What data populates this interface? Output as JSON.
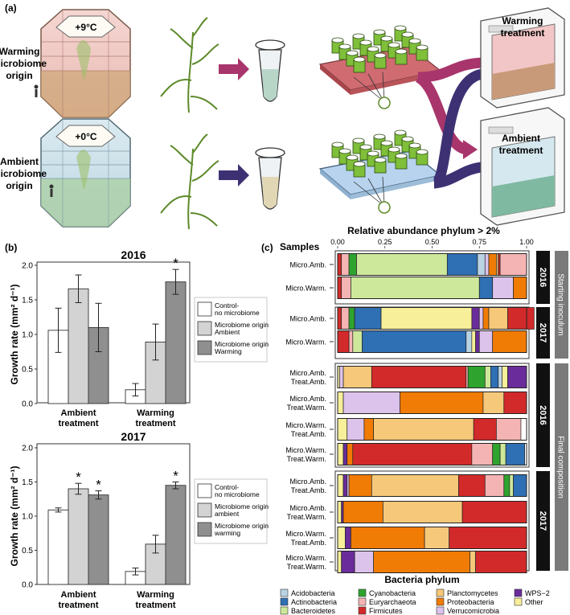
{
  "panel_a": {
    "label": "(a)",
    "warming_origin": [
      "Warming",
      "microbiome",
      "origin"
    ],
    "ambient_origin": [
      "Ambient",
      "microbiome",
      "origin"
    ],
    "temp_warm": "+9°C",
    "temp_amb": "+0°C",
    "warming_treatment": [
      "Warming",
      "treatment"
    ],
    "ambient_treatment": [
      "Ambient",
      "treatment"
    ],
    "colors": {
      "warming": "#a8356b",
      "ambient": "#3e3173",
      "moss": "#6f9a33"
    }
  },
  "panel_b": {
    "label": "(b)",
    "ylabel": "Growth rate (mm² d⁻¹)",
    "charts": [
      {
        "title": "2016",
        "legend": [
          [
            "Control-",
            "no microbiome"
          ],
          [
            "Microbiome origin",
            "Ambient"
          ],
          [
            "Microbiome origin",
            "Warming"
          ]
        ]
      },
      {
        "title": "2017",
        "legend": [
          [
            "Control-",
            "no microbiome"
          ],
          [
            "Microbiome origin",
            "ambient"
          ],
          [
            "Microbiome origin",
            "warming"
          ]
        ]
      }
    ]
  },
  "chart_data": [
    {
      "type": "bar",
      "title": "2016",
      "ylabel": "Growth rate (mm² d⁻¹)",
      "categories": [
        [
          "Ambient",
          "treatment"
        ],
        [
          "Warming",
          "treatment"
        ]
      ],
      "ylim": [
        0,
        2.0
      ],
      "yticks": [
        "0.0",
        "0.5",
        "1.0",
        "1.5",
        "2.0"
      ],
      "series": [
        {
          "name": "Control- no microbiome",
          "color": "#ffffff",
          "values": [
            1.06,
            0.2
          ],
          "errors": [
            0.32,
            0.09
          ],
          "stars": [
            false,
            false
          ]
        },
        {
          "name": "Microbiome origin Ambient",
          "color": "#d3d3d3",
          "values": [
            1.66,
            0.89
          ],
          "errors": [
            0.2,
            0.26
          ],
          "stars": [
            false,
            false
          ]
        },
        {
          "name": "Microbiome origin Warming",
          "color": "#8f8f8f",
          "values": [
            1.1,
            1.76
          ],
          "errors": [
            0.35,
            0.18
          ],
          "stars": [
            false,
            true
          ]
        }
      ],
      "star_label": "*"
    },
    {
      "type": "bar",
      "title": "2017",
      "ylabel": "Growth rate (mm² d⁻¹)",
      "categories": [
        [
          "Ambient",
          "treatment"
        ],
        [
          "Warming",
          "treatment"
        ]
      ],
      "ylim": [
        0,
        2.0
      ],
      "yticks": [
        "0.0",
        "0.5",
        "1.0",
        "1.5",
        "2.0"
      ],
      "series": [
        {
          "name": "Control- no microbiome",
          "color": "#ffffff",
          "values": [
            1.09,
            0.19
          ],
          "errors": [
            0.03,
            0.05
          ],
          "stars": [
            false,
            false
          ]
        },
        {
          "name": "Microbiome origin ambient",
          "color": "#d3d3d3",
          "values": [
            1.4,
            0.59
          ],
          "errors": [
            0.08,
            0.13
          ],
          "stars": [
            true,
            false
          ]
        },
        {
          "name": "Microbiome origin warming",
          "color": "#8f8f8f",
          "values": [
            1.31,
            1.45
          ],
          "errors": [
            0.06,
            0.05
          ],
          "stars": [
            true,
            true
          ]
        }
      ],
      "star_label": "*"
    },
    {
      "type": "bar",
      "orientation": "horizontal-stacked",
      "title": "Relative abundance phylum > 2%",
      "ylabel": "Samples",
      "xlim": [
        0,
        1
      ],
      "xticks": [
        "0.00",
        "0.25",
        "0.50",
        "0.75",
        "1.00"
      ],
      "legend_title": "Bacteria phylum",
      "phyla": [
        {
          "name": "Acidobacteria",
          "color": "#b9d3e3"
        },
        {
          "name": "Actinobacteria",
          "color": "#2f6fb3"
        },
        {
          "name": "Bacteroidetes",
          "color": "#cde89a"
        },
        {
          "name": "Cyanobacteria",
          "color": "#2ea32e"
        },
        {
          "name": "Euryarchaeota",
          "color": "#f5b4b4"
        },
        {
          "name": "Firmicutes",
          "color": "#d22a2a"
        },
        {
          "name": "Planctomycetes",
          "color": "#f5c87a"
        },
        {
          "name": "Proteobacteria",
          "color": "#f07b05"
        },
        {
          "name": "Verrucomicrobia",
          "color": "#dcc3ec"
        },
        {
          "name": "WPS−2",
          "color": "#6a2c9a"
        },
        {
          "name": "Other",
          "color": "#f7ef99"
        }
      ],
      "groups": [
        {
          "year": "2016",
          "type": "Starting inoculum",
          "samples": [
            {
              "label": [
                "Micro.Amb."
              ],
              "values": [
                0,
                0,
                0,
                0,
                0,
                0.02,
                0.04,
                0.04,
                0.48,
                0.16,
                0.04,
                0,
                0,
                0.02,
                0.04,
                0.01,
                0.01,
                0.14
              ]
            },
            {
              "label": [
                "Micro.Warm."
              ],
              "values": [
                0,
                0,
                0,
                0,
                0,
                0.02,
                0.05,
                0,
                0.68,
                0.07,
                0,
                0,
                0,
                0.11,
                0.07
              ]
            }
          ]
        },
        {
          "year": "2017",
          "type": "Starting inoculum",
          "samples": [
            {
              "label": [
                "Micro.Amb."
              ],
              "values": [
                0,
                0,
                0,
                0,
                0,
                0.02,
                0.04,
                0.03,
                0,
                0.14,
                0,
                0.48,
                0.04,
                0.02,
                0.03,
                0.1,
                0.14
              ]
            },
            {
              "label": [
                "Micro.Warm."
              ],
              "values": [
                0,
                0,
                0,
                0,
                0,
                0.06,
                0.02,
                0,
                0.05,
                0.55,
                0.03,
                0.02,
                0.02,
                0.07,
                0.18
              ]
            }
          ]
        },
        {
          "year": "2016",
          "type": "Final composition",
          "samples": [
            {
              "label": [
                "Micro.Amb.",
                "Treat.Amb."
              ],
              "values": [
                0.01,
                0,
                0.02,
                0,
                0.15,
                0.5,
                0.01,
                0.09,
                0.03,
                0.04,
                0.02,
                0.03,
                0.1
              ]
            },
            {
              "label": [
                "Micro.Amb.",
                "Treat.Warm."
              ],
              "values": [
                0.03,
                0,
                0.3,
                0.44,
                0.11,
                0.12
              ]
            },
            {
              "label": [
                "Micro.Warm.",
                "Treat.Amb."
              ],
              "values": [
                0.05,
                0,
                0.09,
                0.05,
                0.53,
                0.12,
                0.13
              ]
            },
            {
              "label": [
                "Micro.Warm.",
                "Treat.Warm."
              ],
              "values": [
                0.03,
                0.02,
                0,
                0.03,
                0,
                0.63,
                0.11,
                0.04,
                0.03,
                0.1
              ]
            }
          ]
        },
        {
          "year": "2017",
          "type": "Final composition",
          "samples": [
            {
              "label": [
                "Micro.Amb.",
                "Treat.Amb."
              ],
              "values": [
                0.03,
                0.02,
                0.01,
                0.12,
                0.46,
                0.14,
                0.1,
                0.03,
                0.02,
                0.07
              ]
            },
            {
              "label": [
                "Micro.Amb.",
                "Treat.Warm."
              ],
              "values": [
                0.02,
                0.01,
                0,
                0.21,
                0.42,
                0.34
              ]
            },
            {
              "label": [
                "Micro.Warm.",
                "Treat.Amb."
              ],
              "values": [
                0.04,
                0.03,
                0,
                0.39,
                0.13,
                0.41
              ]
            },
            {
              "label": [
                "Micro.Warm.",
                "Treat.Warm."
              ],
              "values": [
                0.02,
                0.07,
                0.1,
                0.51,
                0.03,
                0.27
              ]
            }
          ]
        }
      ],
      "strip_years": [
        "2016",
        "2017",
        "2016",
        "2017"
      ],
      "strip_types": [
        "Starting inoculum",
        "Final composition"
      ]
    }
  ],
  "panel_c_label": "(c)"
}
